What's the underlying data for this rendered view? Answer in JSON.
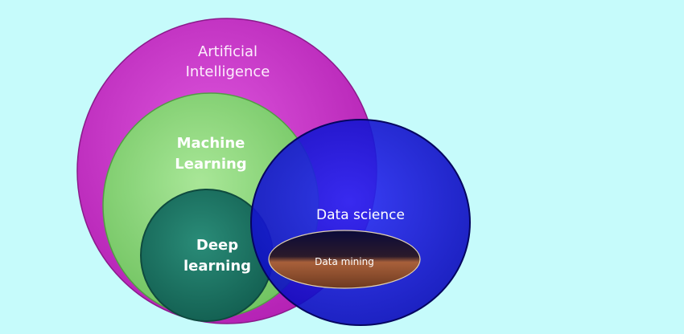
{
  "diagram": {
    "background": "#c6fbfb",
    "nodes": [
      {
        "id": "ai",
        "lines": [
          "Artificial",
          "Intelligence"
        ],
        "color": "#cc33cc"
      },
      {
        "id": "ml",
        "lines": [
          "Machine",
          "Learning"
        ],
        "color": "#8ee07e"
      },
      {
        "id": "dl",
        "lines": [
          "Deep",
          "learning"
        ],
        "color": "#1f7a68"
      },
      {
        "id": "ds",
        "lines": [
          "Data science"
        ],
        "color": "#1010e0"
      },
      {
        "id": "dm",
        "lines": [
          "Data mining"
        ],
        "color": "#8a4a2a"
      }
    ]
  }
}
